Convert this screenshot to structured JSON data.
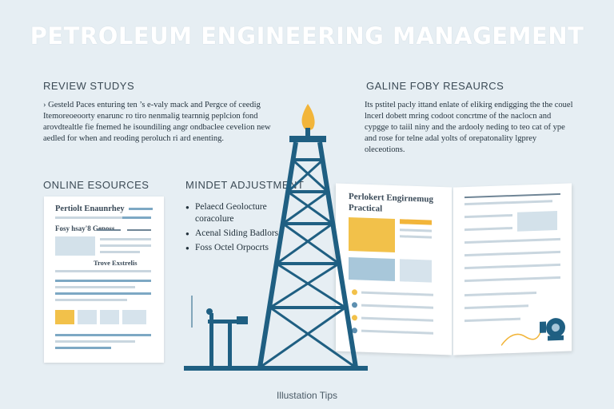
{
  "title": "PETROLEUM ENGINEERING MANAGEMENT",
  "review": {
    "heading": "REVIEW STUDYS",
    "text": "› Gesteld Paces enturing ten ’s e-valy mack and Pergce of ceedig Itemoreoeoorty enarunc ro tiro nenmalig tearnnig peplcion fond arovdtealtle fie fnemed he isoundiling angr ondbaclee cevelion new aedled for when and reoding peroluch ri ard enenting."
  },
  "online_resources": {
    "heading": "GALINE FOBY RESAURCS",
    "text": "Its pstitel pacly ittand enlate of elikirg endigging the the couel lncerl dobett mring codoot concrtme of the naclocn and cypgge to taiil niny and the ardooly neding to teo cat of ype and rose for telne adal yolts of orepatonality lgprey oleceotions."
  },
  "online_esources_label": "ONLINE ESOURCES",
  "mindset": {
    "heading": "MINDET ADJUSTMENT",
    "items": [
      "Pelaecd Geolocture coracolure",
      "Acenal Siding Badlors",
      "Foss Octel Orpocrts"
    ]
  },
  "card": {
    "title": "Pertiolt Enaunrhey",
    "subtitle": "Fosy hsay'8 Genoss",
    "mid": "Trove Exstrelis"
  },
  "book": {
    "title_line1": "Perlokert Engirnemug",
    "title_line2": "Practical"
  },
  "caption": "Illustation Tips",
  "colors": {
    "background": "#e6eef3",
    "tower": "#1f5f82",
    "flame": "#f2b53a",
    "accent": "#f2c14a",
    "chart_blue": "#a8c7da"
  }
}
